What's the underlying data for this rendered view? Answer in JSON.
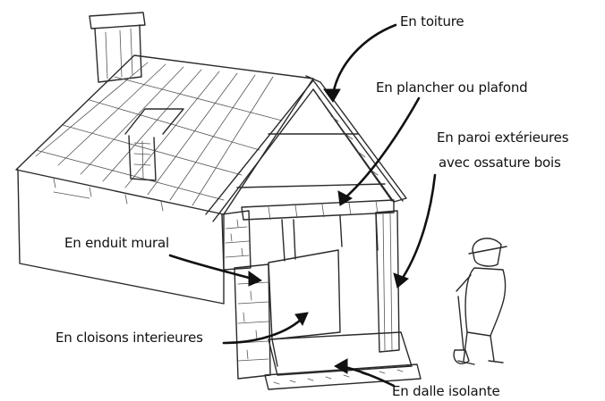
{
  "labels": {
    "toiture": "En toiture",
    "plancher": "En plancher ou plafond",
    "paroi_line1": "En paroi extérieures",
    "paroi_line2": "avec ossature bois",
    "enduit": "En enduit mural",
    "cloisons": "En cloisons interieures",
    "dalle": "En dalle isolante"
  },
  "colors": {
    "ink": "#111111",
    "sketch": "#2a2a2a",
    "background": "#ffffff"
  }
}
